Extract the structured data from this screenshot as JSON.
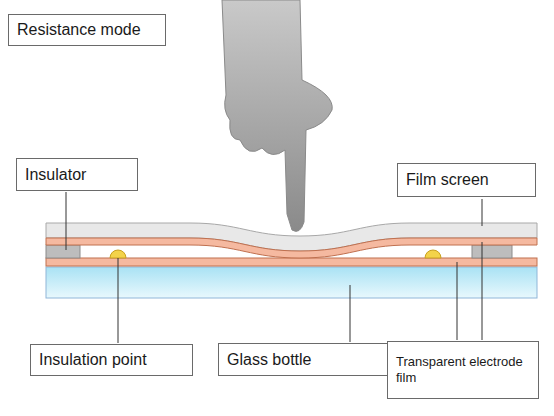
{
  "diagram": {
    "nodes": [
      {
        "text": [
          "Resistance mode"
        ]
      },
      {
        "text": [
          "Insulator"
        ]
      },
      {
        "text": [
          "Film screen"
        ]
      },
      {
        "text": [
          "Insulation point"
        ]
      },
      {
        "text": [
          "Glass bottle"
        ]
      },
      {
        "text": [
          "Transparent electrode film"
        ]
      }
    ]
  }
}
